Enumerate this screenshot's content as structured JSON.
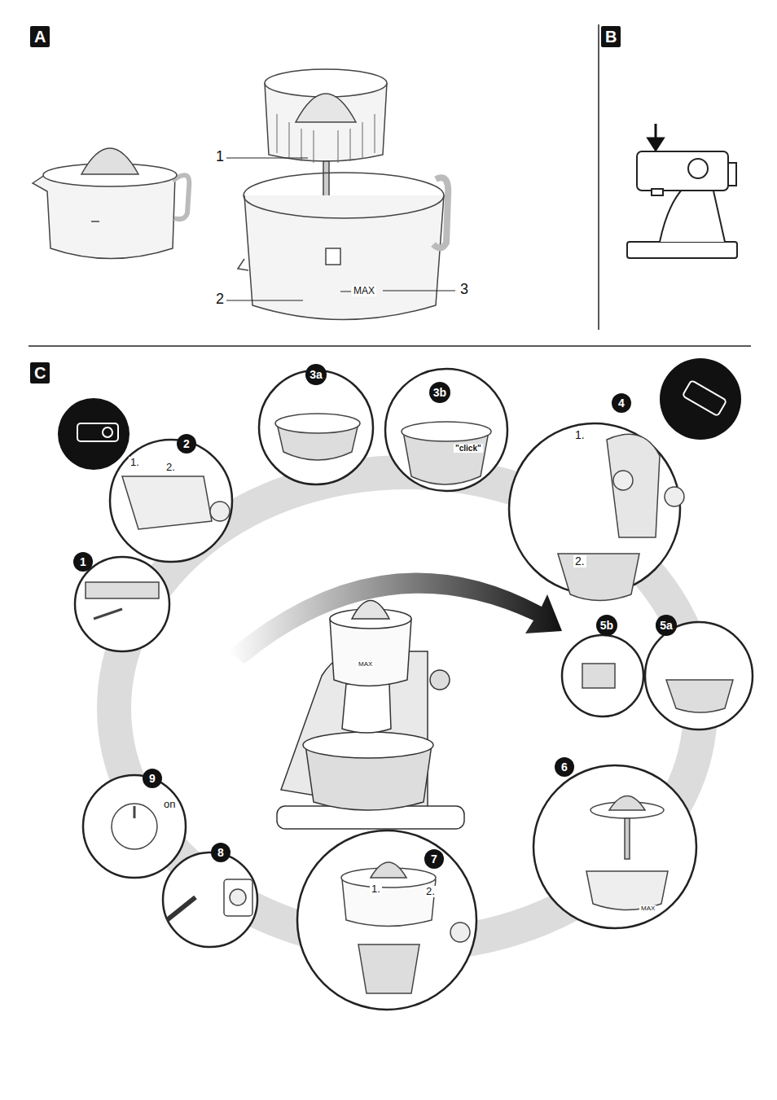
{
  "diagram": {
    "nodes": [
      {
        "text": [
          "A"
        ]
      },
      {
        "text": [
          "B"
        ]
      },
      {
        "text": [
          "C"
        ]
      },
      {
        "text": [
          "1"
        ]
      },
      {
        "text": [
          "2"
        ]
      },
      {
        "text": [
          "3a"
        ]
      },
      {
        "text": [
          "3b"
        ]
      },
      {
        "text": [
          "4"
        ]
      },
      {
        "text": [
          "5b"
        ]
      },
      {
        "text": [
          "5a"
        ]
      },
      {
        "text": [
          "6"
        ]
      },
      {
        "text": [
          "7"
        ]
      },
      {
        "text": [
          "8"
        ]
      },
      {
        "text": [
          "9"
        ]
      }
    ],
    "labels": [
      "1",
      "2",
      "3",
      "MAX",
      "1.",
      "2.",
      "\"click\"",
      "1.",
      "2.",
      "MAX",
      "MAX",
      "1.",
      "2.",
      "on"
    ]
  }
}
